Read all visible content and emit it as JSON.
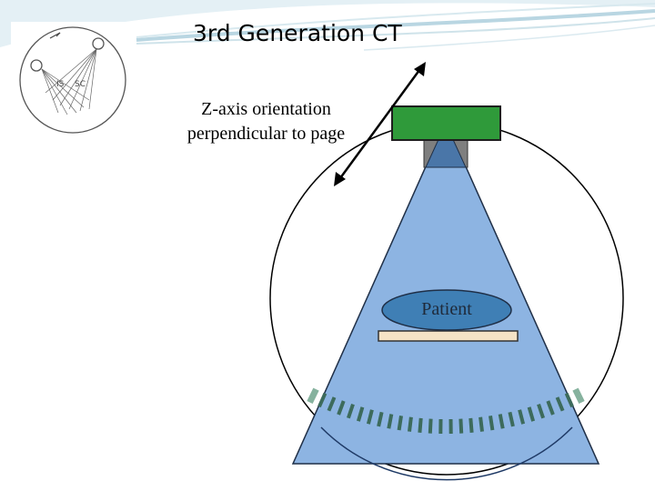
{
  "title": "3rd Generation CT",
  "orientation_note": {
    "line1": "Z-axis orientation",
    "line2": "perpendicular to page"
  },
  "patient_label": "Patient",
  "detector_element_count": 28,
  "colors": {
    "beam_fill": "#8db4e2",
    "beam_dark": "#4a76a8",
    "tube_housing": "#2f9a3a",
    "tube_focus": "#7f7f7f",
    "patient_fill": "#3f7fb5",
    "table_fill": "#f5e3c6",
    "detector_tick": "#3d6b5c",
    "detector_end": "#86b29e",
    "header_swoosh": "#c9dfe8"
  },
  "icons": {
    "thumbnail": "ct-scanner-thumbnail-icon",
    "arrow": "double-headed-arrow-icon"
  }
}
